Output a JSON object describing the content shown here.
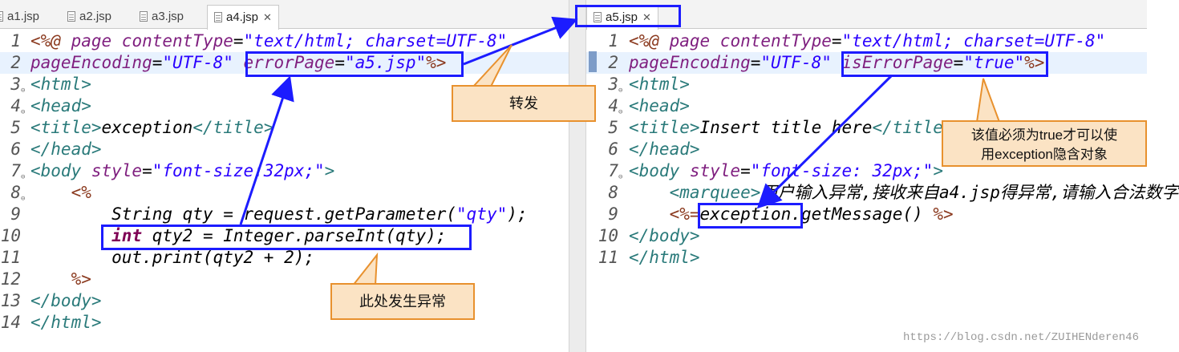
{
  "left": {
    "tabs": [
      "a1.jsp",
      "a2.jsp",
      "a3.jsp",
      "a4.jsp"
    ],
    "active_tab": "a4.jsp",
    "lines": [
      {
        "n": "1",
        "parts": [
          [
            "d",
            "<%@ "
          ],
          [
            "a",
            "page "
          ],
          [
            "a",
            "contentType"
          ],
          [
            "p",
            "="
          ],
          [
            "s",
            "\"text/html; charset=UTF-8\""
          ]
        ]
      },
      {
        "n": "2",
        "parts": [
          [
            "a",
            "pageEncoding"
          ],
          [
            "p",
            "="
          ],
          [
            "s",
            "\"UTF-8\" "
          ],
          [
            "a",
            "errorPage"
          ],
          [
            "p",
            "="
          ],
          [
            "s",
            "\"a5.jsp\""
          ],
          [
            "d",
            "%>"
          ]
        ]
      },
      {
        "n": "3",
        "parts": [
          [
            "t",
            "<html>"
          ]
        ]
      },
      {
        "n": "4",
        "parts": [
          [
            "t",
            "<head>"
          ]
        ]
      },
      {
        "n": "5",
        "parts": [
          [
            "t",
            "<title>"
          ],
          [
            "p",
            "exception"
          ],
          [
            "t",
            "</title>"
          ]
        ]
      },
      {
        "n": "6",
        "parts": [
          [
            "t",
            "</head>"
          ]
        ]
      },
      {
        "n": "7",
        "parts": [
          [
            "t",
            "<body "
          ],
          [
            "a",
            "style"
          ],
          [
            "p",
            "="
          ],
          [
            "s",
            "\"font-size:32px;\""
          ],
          [
            "t",
            ">"
          ]
        ]
      },
      {
        "n": "8",
        "parts": [
          [
            "d",
            "    <%"
          ]
        ]
      },
      {
        "n": "9",
        "parts": [
          [
            "p",
            "        String qty = request.getParameter("
          ],
          [
            "s",
            "\"qty\""
          ],
          [
            "p",
            ");"
          ]
        ]
      },
      {
        "n": "10",
        "parts": [
          [
            "p",
            "        "
          ],
          [
            "k",
            "int"
          ],
          [
            "p",
            " qty2 = Integer.parseInt(qty);"
          ]
        ]
      },
      {
        "n": "11",
        "parts": [
          [
            "p",
            "        out.print(qty2 + 2);"
          ]
        ]
      },
      {
        "n": "12",
        "parts": [
          [
            "d",
            "    %>"
          ]
        ]
      },
      {
        "n": "13",
        "parts": [
          [
            "t",
            "</body>"
          ]
        ]
      },
      {
        "n": "14",
        "parts": [
          [
            "t",
            "</html>"
          ]
        ]
      }
    ]
  },
  "right": {
    "tabs": [
      "a5.jsp"
    ],
    "active_tab": "a5.jsp",
    "lines": [
      {
        "n": "1",
        "parts": [
          [
            "d",
            "<%@ "
          ],
          [
            "a",
            "page "
          ],
          [
            "a",
            "contentType"
          ],
          [
            "p",
            "="
          ],
          [
            "s",
            "\"text/html; charset=UTF-8\""
          ]
        ]
      },
      {
        "n": "2",
        "parts": [
          [
            "a",
            "pageEncoding"
          ],
          [
            "p",
            "="
          ],
          [
            "s",
            "\"UTF-8\" "
          ],
          [
            "a",
            "isErrorPage"
          ],
          [
            "p",
            "="
          ],
          [
            "s",
            "\"true\""
          ],
          [
            "d",
            "%>"
          ]
        ]
      },
      {
        "n": "3",
        "parts": [
          [
            "t",
            "<html>"
          ]
        ]
      },
      {
        "n": "4",
        "parts": [
          [
            "t",
            "<head>"
          ]
        ]
      },
      {
        "n": "5",
        "parts": [
          [
            "t",
            "<title>"
          ],
          [
            "p",
            "Insert title here"
          ],
          [
            "t",
            "</title>"
          ]
        ]
      },
      {
        "n": "6",
        "parts": [
          [
            "t",
            "</head>"
          ]
        ]
      },
      {
        "n": "7",
        "parts": [
          [
            "t",
            "<body "
          ],
          [
            "a",
            "style"
          ],
          [
            "p",
            "="
          ],
          [
            "s",
            "\"font-size: 32px;\""
          ],
          [
            "t",
            ">"
          ]
        ]
      },
      {
        "n": "8",
        "parts": [
          [
            "t",
            "    <marquee>"
          ],
          [
            "p",
            "用户输入异常,接收来自a4.jsp得异常,请输入合法数字"
          ]
        ]
      },
      {
        "n": "9",
        "parts": [
          [
            "d",
            "    <%="
          ],
          [
            "p",
            "exception.getMessage() "
          ],
          [
            "d",
            "%>"
          ]
        ]
      },
      {
        "n": "10",
        "parts": [
          [
            "t",
            "</body>"
          ]
        ]
      },
      {
        "n": "11",
        "parts": [
          [
            "t",
            "</html>"
          ]
        ]
      }
    ]
  },
  "callouts": {
    "forward": "转发",
    "must_true_1": "该值必须为true才可以使",
    "must_true_2": "用exception隐含对象",
    "exception_here": "此处发生异常"
  },
  "watermark": "https://blog.csdn.net/ZUIHENderen46",
  "colors": {
    "box": "#1c1cff",
    "callout_bg": "#fbe3c4",
    "callout_border": "#e8912e",
    "line_highlight": "#e8f2fe"
  }
}
